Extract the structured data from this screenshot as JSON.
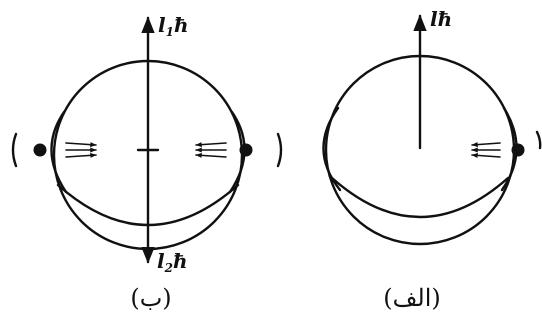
{
  "figure": {
    "panel_b": {
      "caption": "(ب)",
      "label_top_main": "l",
      "label_top_sub": "1",
      "label_top_hbar": "ħ",
      "label_bottom_main": "l",
      "label_bottom_sub": "2",
      "label_bottom_hbar": "ħ"
    },
    "panel_a": {
      "caption": "(الف)",
      "label_top": "lħ"
    }
  }
}
